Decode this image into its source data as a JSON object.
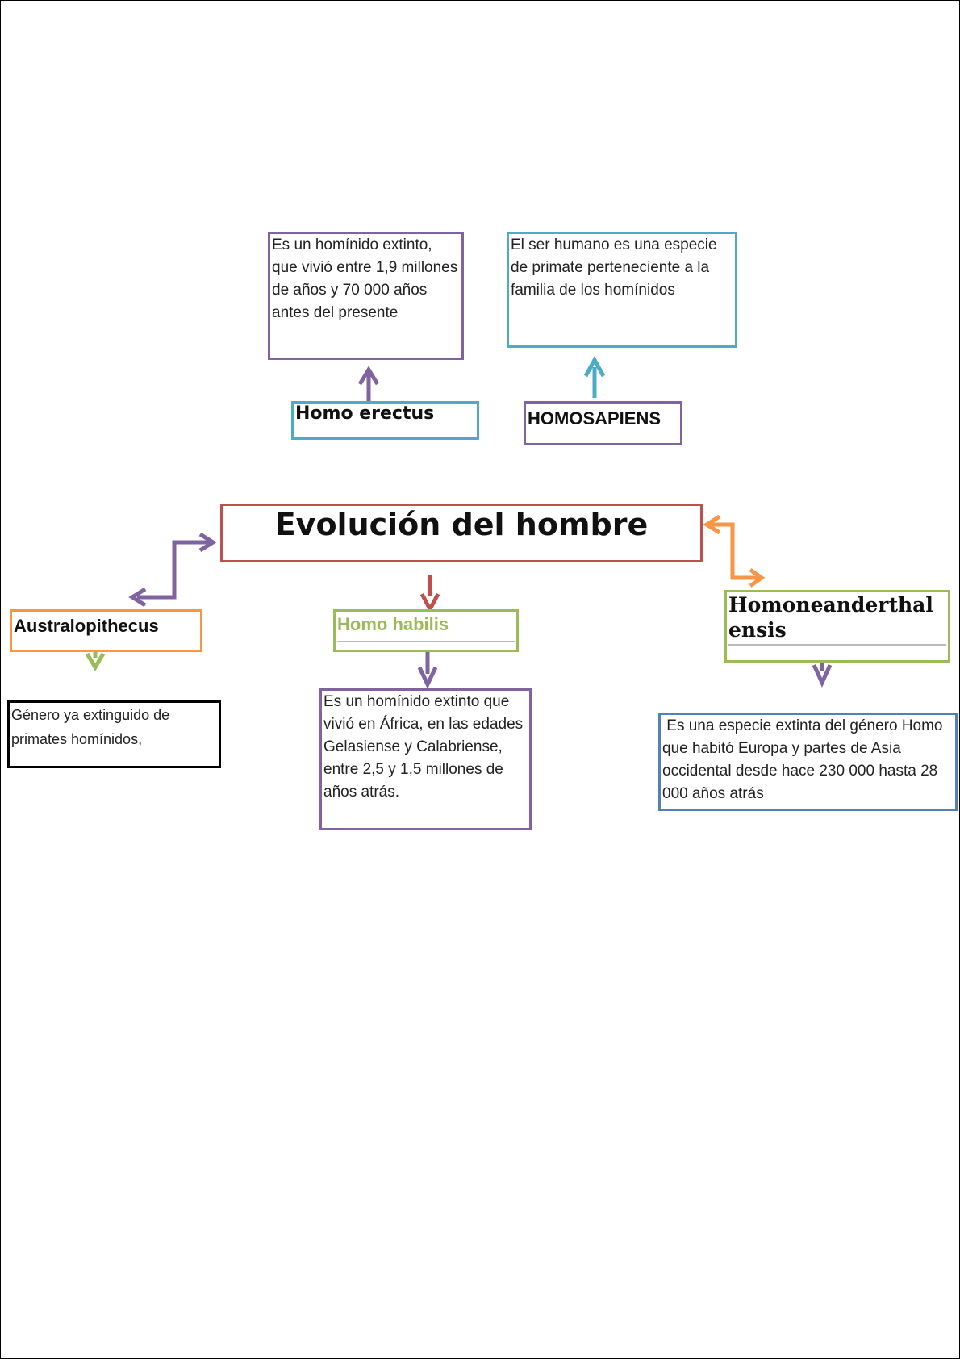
{
  "title": "Evolución del hombre",
  "nodes": {
    "erectus": {
      "label": "Homo erectus",
      "description": "Es un homínido extinto, que vivió entre 1,9 millones de años y 70 000 años antes del presente"
    },
    "sapiens": {
      "label": "HOMOSAPIENS",
      "description": "El ser humano es una especie de primate perteneciente a la familia de los homínidos"
    },
    "australopithecus": {
      "label": "Australopithecus",
      "description": "Género ya extinguido de primates homínidos,"
    },
    "habilis": {
      "label": "Homo habilis",
      "description": "Es un homínido extinto que vivió en África, en las edades Gelasiense y Calabriense, entre 2,5 y 1,5 millones de años atrás."
    },
    "neanderthalensis": {
      "label": "Homoneanderthal ensis",
      "description": " Es una especie extinta del género Homo que habitó Europa y partes de Asia occidental desde hace 230 000 hasta 28 000 años atrás"
    }
  },
  "colors": {
    "purple": "#8064a2",
    "teal": "#4bacc6",
    "red": "#c0504d",
    "orange": "#f79646",
    "green": "#9bbb59",
    "blue": "#4f81bd",
    "black": "#000000"
  }
}
